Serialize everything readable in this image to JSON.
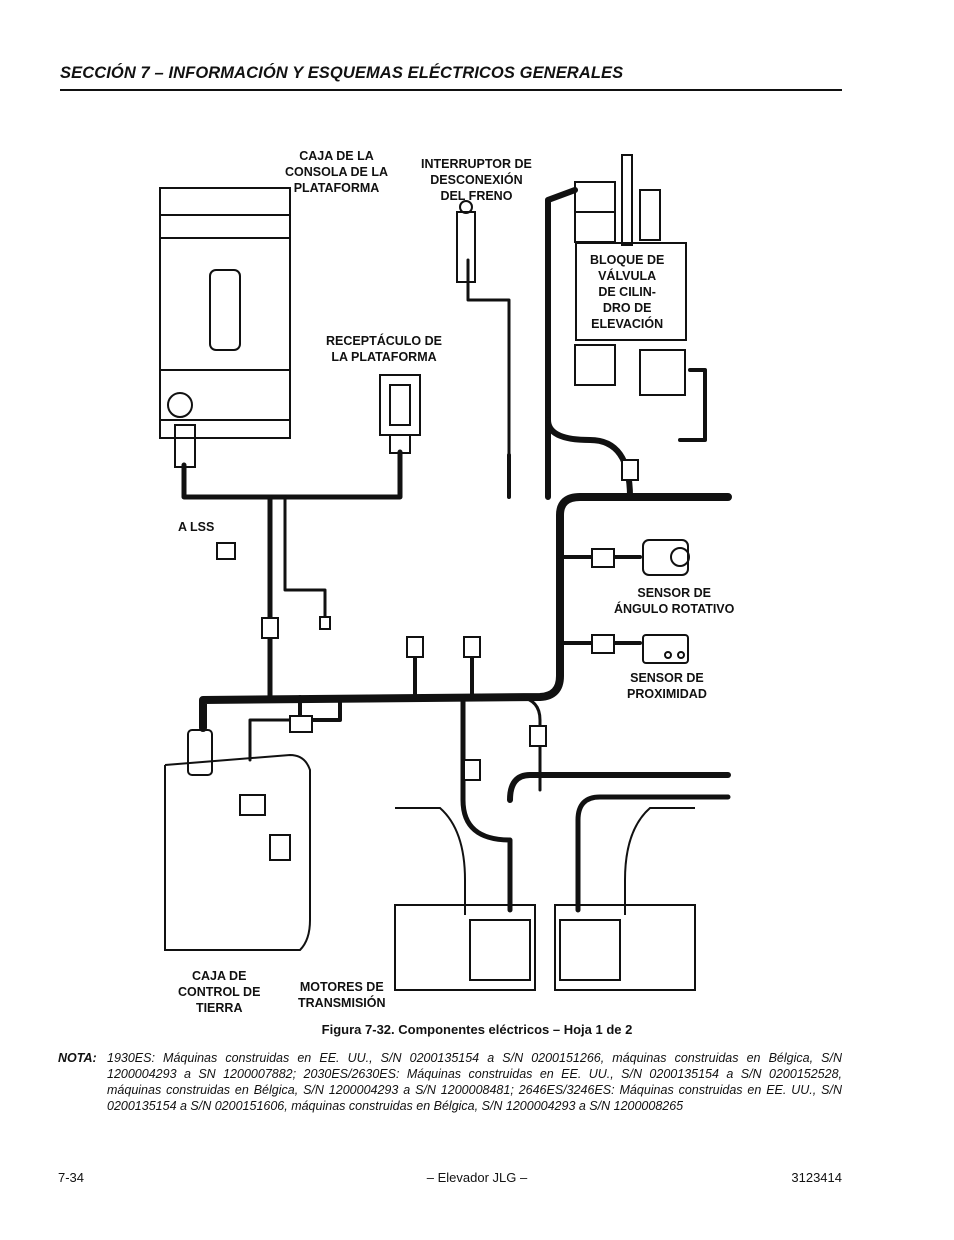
{
  "header": {
    "title": "SECCIÓN 7 – INFORMACIÓN Y ESQUEMAS ELÉCTRICOS GENERALES"
  },
  "labels": {
    "console": [
      "CAJA DE LA",
      "CONSOLA DE LA",
      "PLATAFORMA"
    ],
    "brake": [
      "INTERRUPTOR DE",
      "DESCONEXIÓN",
      "DEL FRENO"
    ],
    "valve": [
      "BLOQUE DE",
      "VÁLVULA",
      "DE CILIN-",
      "DRO DE",
      "ELEVACIÓN"
    ],
    "receptacle": [
      "RECEPTÁCULO DE",
      "LA PLATAFORMA"
    ],
    "lss": "A LSS",
    "rotary": [
      "SENSOR DE",
      "ÁNGULO ROTATIVO"
    ],
    "proximity": [
      "SENSOR DE",
      "PROXIMIDAD"
    ],
    "ground": [
      "CAJA DE",
      "CONTROL DE",
      "TIERRA"
    ],
    "motors": [
      "MOTORES DE",
      "TRANSMISIÓN"
    ]
  },
  "caption": "Figura 7-32.  Componentes eléctricos – Hoja 1 de 2",
  "note": {
    "key": "NOTA:",
    "text": "1930ES: Máquinas construidas en EE. UU., S/N 0200135154 a S/N 0200151266, máquinas construidas en Bélgica, S/N 1200004293 a SN 1200007882; 2030ES/2630ES: Máquinas construidas en EE. UU., S/N 0200135154 a S/N 0200152528, máquinas construidas en Bélgica, S/N 1200004293 a S/N 1200008481; 2646ES/3246ES: Máquinas construidas en EE. UU., S/N 0200135154 a S/N 0200151606, máquinas construidas en Bélgica, S/N 1200004293 a S/N 1200008265"
  },
  "footer": {
    "page": "7-34",
    "center": "– Elevador JLG –",
    "doc": "3123414"
  }
}
